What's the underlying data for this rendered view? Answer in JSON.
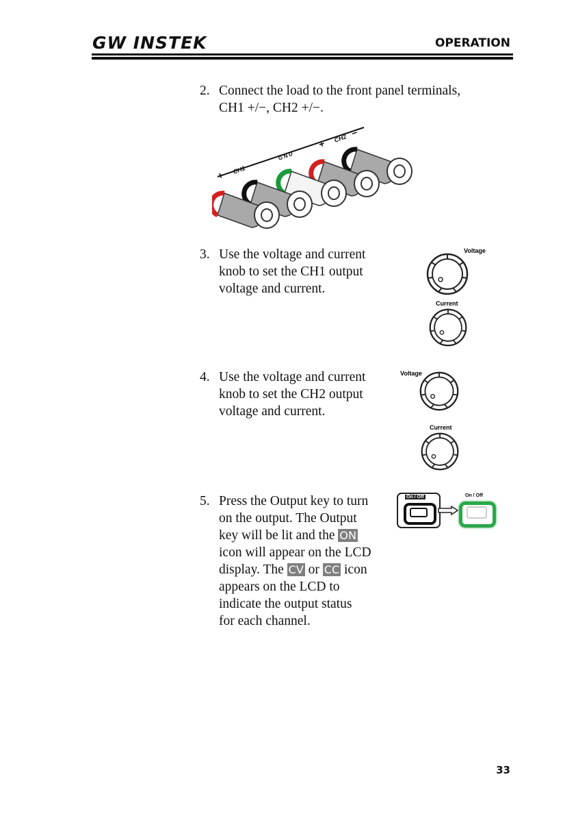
{
  "header": {
    "logo": "GW INSTEK",
    "section": "OPERATION"
  },
  "steps": [
    {
      "num": "2.",
      "lines": [
        "Connect the load to the front panel terminals,",
        "CH1 +/−, CH2 +/−."
      ]
    },
    {
      "num": "3.",
      "lines": [
        "Use the voltage and current",
        "knob to set the CH1 output",
        "voltage and current."
      ]
    },
    {
      "num": "4.",
      "lines": [
        "Use the voltage and current",
        "knob to set the CH2 output",
        "voltage and current."
      ]
    },
    {
      "num": "5.",
      "line1": "Press the Output key to turn",
      "line2": "on the output. The Output",
      "line3a": "key will be lit and the",
      "badge_on": "ON",
      "line4": "icon will appear on the LCD",
      "line5a": "display. The",
      "badge_cv": "CV",
      "or": "or",
      "badge_cc": "CC",
      "line5b": "icon",
      "line6": "appears on the LCD to",
      "line7": "indicate the output status",
      "line8": "for each channel."
    }
  ],
  "terminals": {
    "labels": [
      "+",
      "CH1",
      "−",
      "GND",
      "+",
      "CH2",
      "−"
    ],
    "colors": {
      "red": "#d32020",
      "black": "#111111",
      "green": "#1a9a3a",
      "gray": "#a9a9a9"
    }
  },
  "knobs": {
    "ch1_voltage": "Voltage",
    "ch1_current": "Current",
    "ch2_voltage": "Voltage",
    "ch2_current": "Current"
  },
  "output_key": {
    "label_off": "On / Off",
    "label_on": "On / Off",
    "lit_color": "#2aa84a"
  },
  "footer": {
    "page": "33"
  }
}
